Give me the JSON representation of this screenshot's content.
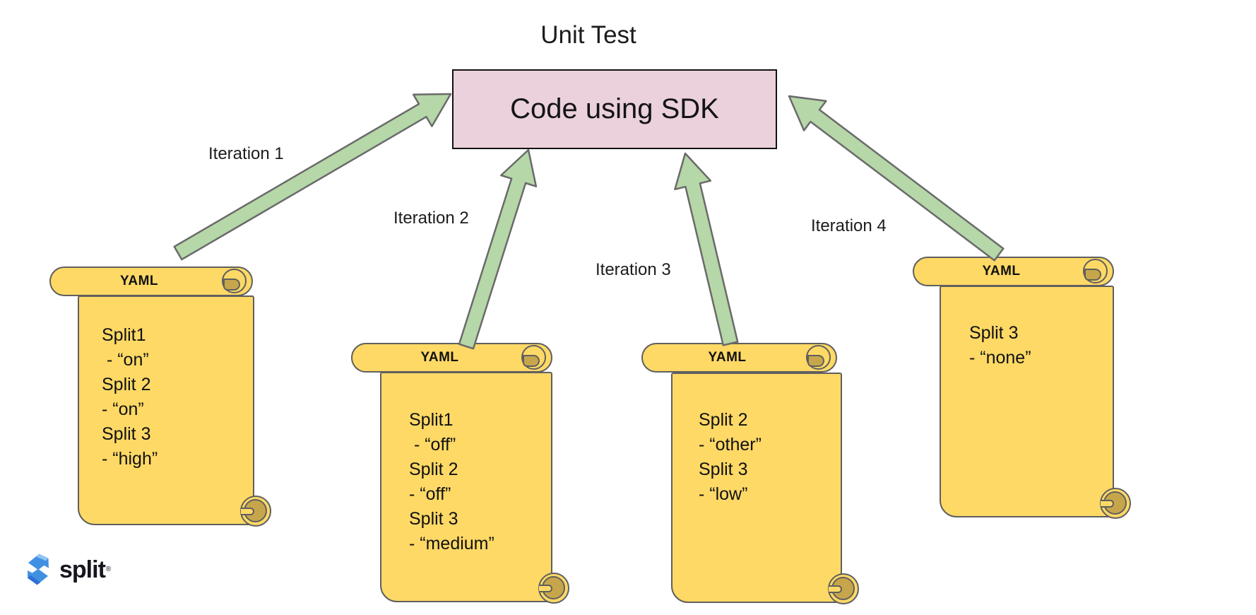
{
  "title": "Unit Test",
  "sdk_box": {
    "label": "Code using SDK"
  },
  "iteration_labels": [
    "Iteration 1",
    "Iteration 2",
    "Iteration 3",
    "Iteration 4"
  ],
  "scrolls": [
    {
      "header": "YAML",
      "lines": [
        "Split1",
        " - “on”",
        "Split 2",
        "- “on”",
        "Split 3",
        "- “high”"
      ]
    },
    {
      "header": "YAML",
      "lines": [
        "Split1",
        " - “off”",
        "Split 2",
        "- “off”",
        "Split 3",
        "- “medium”"
      ]
    },
    {
      "header": "YAML",
      "lines": [
        "Split 2",
        "- “other”",
        "Split 3",
        "- “low”"
      ]
    },
    {
      "header": "YAML",
      "lines": [
        "Split 3",
        "- “none”"
      ]
    }
  ],
  "logo": {
    "brand": "split",
    "trademark": "®"
  },
  "colors": {
    "scroll_fill": "#FFD966",
    "scroll_roll": "#C7A64B",
    "scroll_stroke": "#5F5F5F",
    "arrow_fill": "#B6D7A8",
    "arrow_stroke": "#6A6A6A",
    "box_fill": "#EAD1DC",
    "box_stroke": "#111111",
    "logo_blue": "#4191E3",
    "logo_blue_light": "#8FC3F2",
    "logo_blue_dark": "#2E6FD4",
    "text": "#1A1A1A"
  }
}
